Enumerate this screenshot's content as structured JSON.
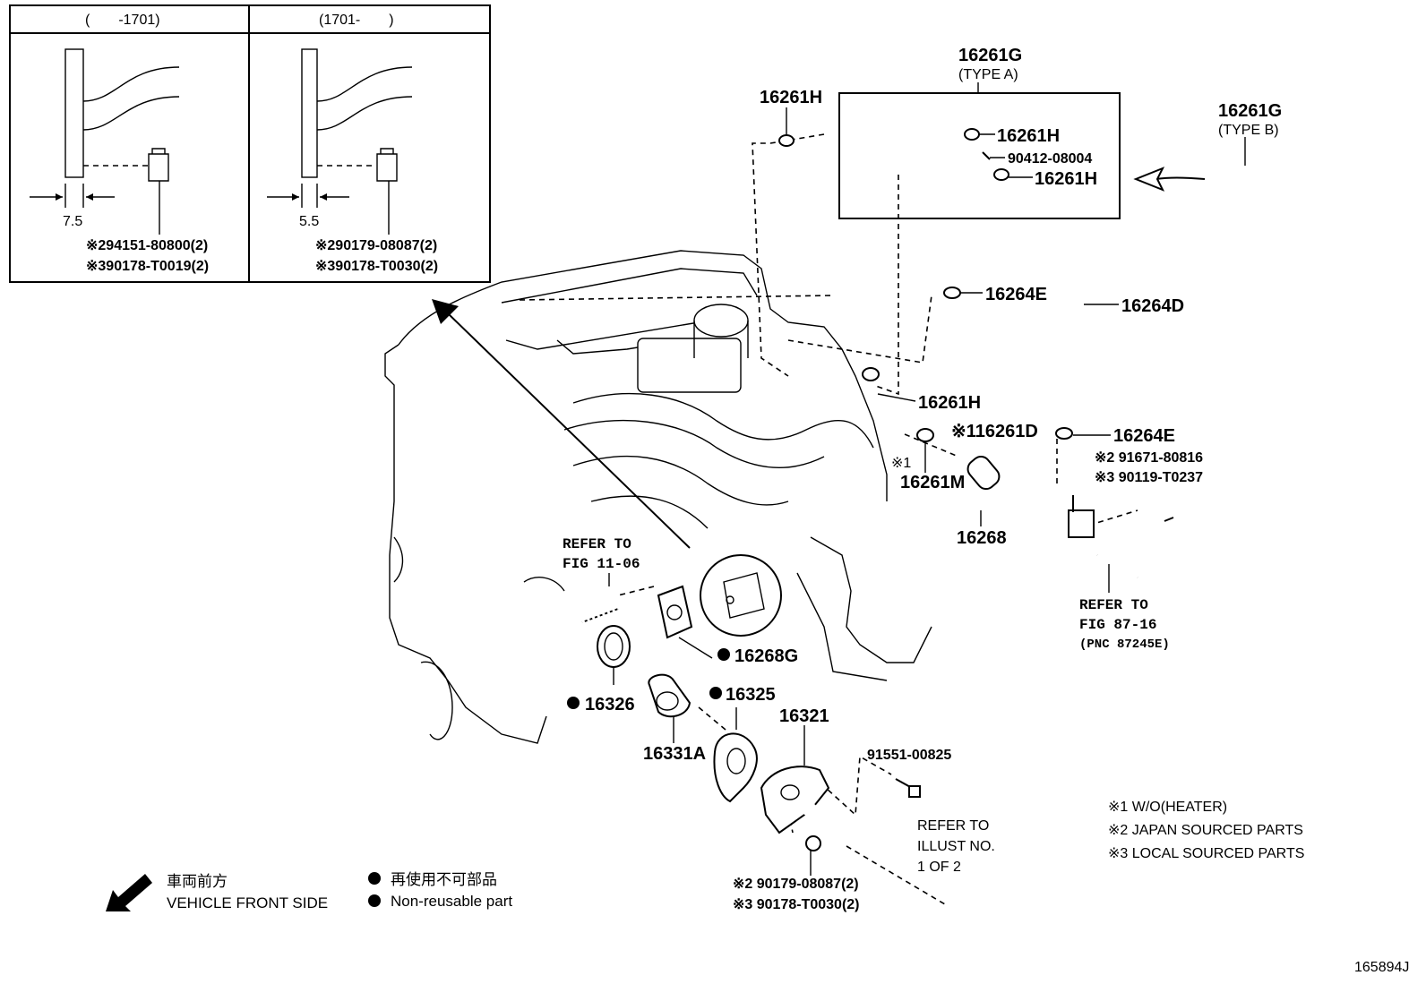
{
  "inset": {
    "left_range": "(　　-1701)",
    "right_range": "(1701-　　)",
    "left_dim": "7.5",
    "right_dim": "5.5",
    "left_parts": [
      "※294151-80800(2)",
      "※390178-T0019(2)"
    ],
    "right_parts": [
      "※290179-08087(2)",
      "※390178-T0030(2)"
    ]
  },
  "parts": {
    "p16261G_a": "16261G",
    "p16261G_a_type": "(TYPE A)",
    "p16261G_b": "16261G",
    "p16261G_b_type": "(TYPE B)",
    "p16261H_top": "16261H",
    "p16261H_box1": "16261H",
    "p90412": "90412-08004",
    "p16261H_box2": "16261H",
    "p16264E_top": "16264E",
    "p16264D": "16264D",
    "p16261H_mid": "16261H",
    "p16261D": "※116261D",
    "p16264E_bot": "16264E",
    "p91671": "※2 91671-80816",
    "p90119": "※3 90119-T0237",
    "p16261M_note": "※1",
    "p16261M": "16261M",
    "p16268": "16268",
    "p16268G": "16268G",
    "p16326": "16326",
    "p16325": "16325",
    "p16321": "16321",
    "p16331A": "16331A",
    "p91551": "91551-00825",
    "p90179_bot": "※2 90179-08087(2)",
    "p90178_bot": "※3 90178-T0030(2)"
  },
  "refs": {
    "fig1106_l1": "REFER TO",
    "fig1106_l2": "FIG 11-06",
    "fig8716_l1": "REFER TO",
    "fig8716_l2": "FIG 87-16",
    "fig8716_l3": "(PNC 87245E)",
    "illust_l1": "REFER TO",
    "illust_l2": "ILLUST NO.",
    "illust_l3": "1 OF 2"
  },
  "notes": {
    "n1": "※1 W/O(HEATER)",
    "n2": "※2 JAPAN SOURCED PARTS",
    "n3": "※3 LOCAL SOURCED PARTS"
  },
  "legend": {
    "front_jp": "車両前方",
    "front_en": "VEHICLE FRONT SIDE",
    "nonreuse_jp": "再使用不可部品",
    "nonreuse_en": "Non-reusable part"
  },
  "illustration_id": "165894J"
}
